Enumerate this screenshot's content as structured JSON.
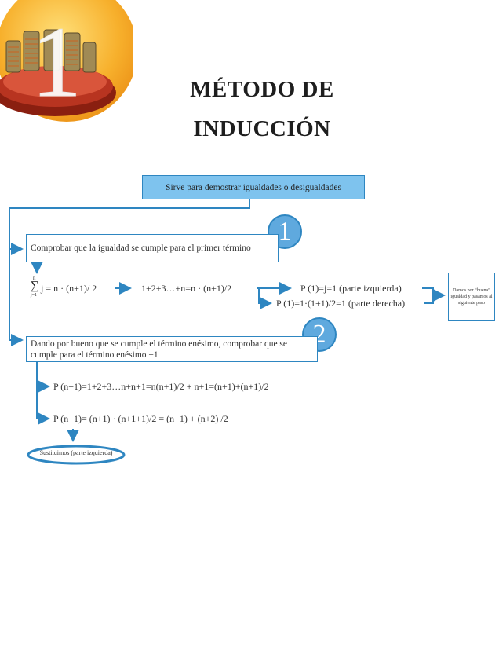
{
  "header": {
    "chapter_number": "1",
    "title_line1": "MÉTODO DE",
    "title_line2": "INDUCCIÓN"
  },
  "diagram": {
    "root_box": "Sirve para demostrar igualdades o desigualdades",
    "step1": {
      "badge": "1",
      "box": "Comprobar que la igualdad se cumple para el primer término",
      "sum_expr_sup": "n",
      "sum_expr_sub": "j=1",
      "sum_expr": "j = n · (n+1)/ 2",
      "expansion": "1+2+3…+n=n · (n+1)/2",
      "left_part": "P (1)=j=1 (parte izquierda)",
      "right_part": "P (1)=1·(1+1)/2=1 (parte derecha)",
      "side_box": "Damos por “buena” igualdad y pasamos al siguiente paso"
    },
    "step2": {
      "badge": "2",
      "box": "Dando por bueno que se cumple el término enésimo, comprobar que se cumple para el término enésimo +1",
      "line1": "P (n+1)=1+2+3…n+n+1=n(n+1)/2 + n+1=(n+1)+(n+1)/2",
      "line2": "P (n+1)= (n+1) · (n+1+1)/2 = (n+1) + (n+2) /2",
      "ellipse": "Sustituimos (parte izquierda)"
    }
  },
  "colors": {
    "accent_blue": "#2e86c1",
    "root_fill": "#7ec3ee",
    "badge_fill": "#5fa9de",
    "logo_orange": "#f5a623"
  }
}
